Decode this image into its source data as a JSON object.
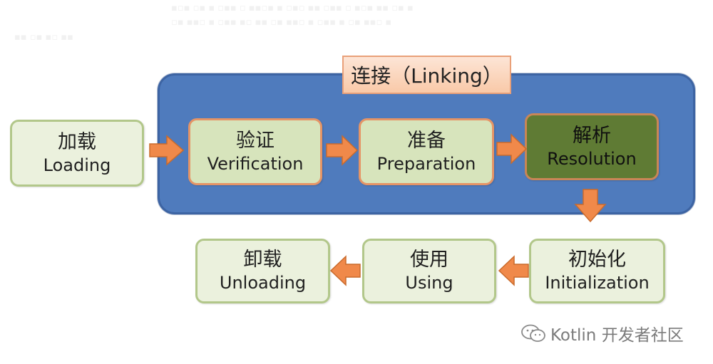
{
  "diagram": {
    "group": {
      "label": "连接（Linking）"
    },
    "stages": {
      "loading": {
        "zh": "加载",
        "en": "Loading"
      },
      "verification": {
        "zh": "验证",
        "en": "Verification"
      },
      "preparation": {
        "zh": "准备",
        "en": "Preparation"
      },
      "resolution": {
        "zh": "解析",
        "en": "Resolution"
      },
      "initialization": {
        "zh": "初始化",
        "en": "Initialization"
      },
      "using": {
        "zh": "使用",
        "en": "Using"
      },
      "unloading": {
        "zh": "卸载",
        "en": "Unloading"
      }
    }
  },
  "watermark": {
    "text": "Kotlin 开发者社区",
    "icon": "wechat-icon"
  },
  "colors": {
    "linking_fill": "#4f7bbd",
    "stage_light": "#ebf1dd",
    "stage_inner": "#d7e4bc",
    "stage_dark": "#5f7b34",
    "arrow": "#f0894a",
    "label_fill": "#fbd7bf"
  }
}
